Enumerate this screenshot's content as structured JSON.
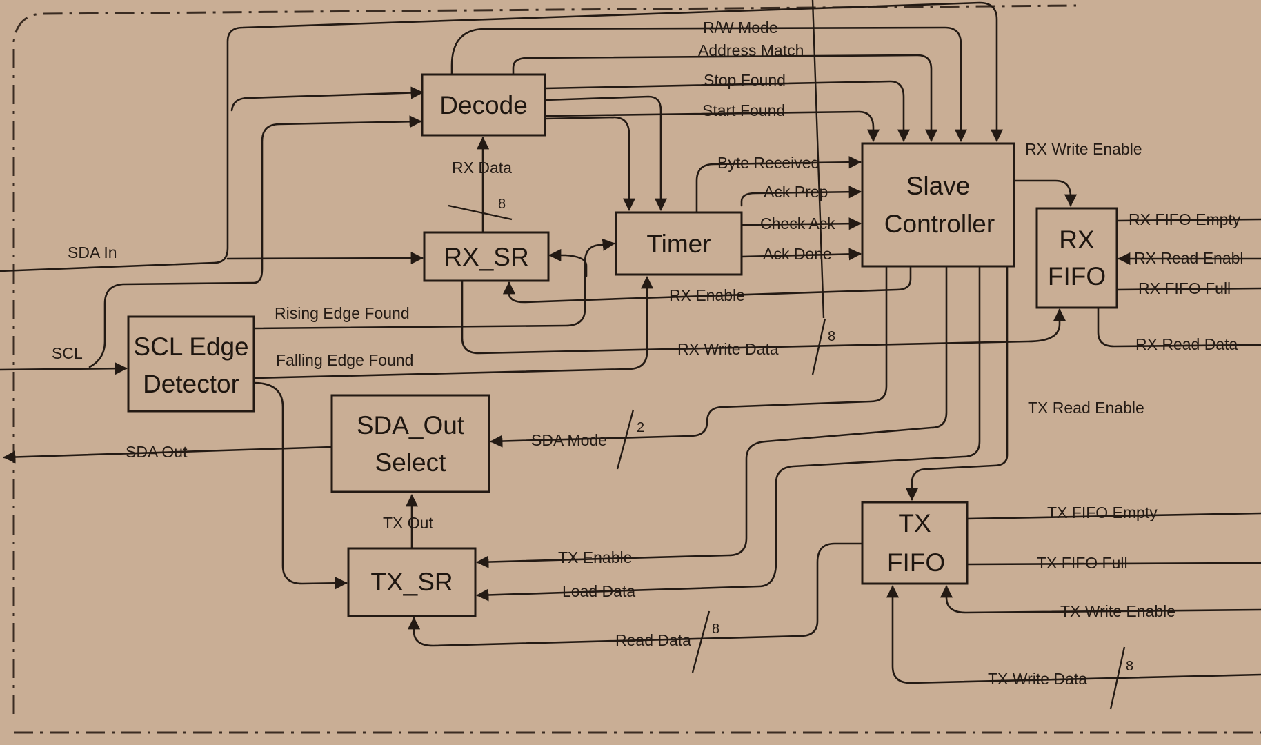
{
  "blocks": {
    "decode": "Decode",
    "rx_sr": "RX_SR",
    "timer": "Timer",
    "slave_controller": [
      "Slave",
      "Controller"
    ],
    "rx_fifo": [
      "RX",
      "FIFO"
    ],
    "scl_edge_detector": [
      "SCL Edge",
      "Detector"
    ],
    "sda_out_select": [
      "SDA_Out",
      "Select"
    ],
    "tx_sr": "TX_SR",
    "tx_fifo": [
      "TX",
      "FIFO"
    ]
  },
  "signals": {
    "rw_mode": "R/W Mode",
    "address_match": "Address Match",
    "stop_found": "Stop Found",
    "start_found": "Start Found",
    "byte_received": "Byte Received",
    "ack_prep": "Ack Prep",
    "check_ack": "Check Ack",
    "ack_done": "Ack Done",
    "rx_write_enable": "RX Write Enable",
    "rx_fifo_empty": "RX FIFO Empty",
    "rx_read_enable": "RX Read Enabl",
    "rx_fifo_full": "RX FIFO Full",
    "rx_read_data": "RX Read Data",
    "rx_data": "RX Data",
    "rx_enable": "RX Enable",
    "rx_write_data": "RX Write Data",
    "sda_in": "SDA In",
    "scl": "SCL",
    "rising_edge_found": "Rising Edge Found",
    "falling_edge_found": "Falling Edge Found",
    "sda_out": "SDA Out",
    "sda_mode": "SDA Mode",
    "tx_read_enable": "TX Read Enable",
    "tx_out": "TX Out",
    "tx_enable": "TX Enable",
    "load_data": "Load Data",
    "read_data": "Read Data",
    "tx_fifo_empty": "TX FIFO Empty",
    "tx_fifo_full": "TX FIFO Full",
    "tx_write_enable": "TX Write Enable",
    "tx_write_data": "TX Write Data"
  },
  "bus_widths": {
    "rx_data": "8",
    "rx_write_data": "8",
    "sda_mode": "2",
    "read_data": "8",
    "tx_write_data": "8"
  }
}
